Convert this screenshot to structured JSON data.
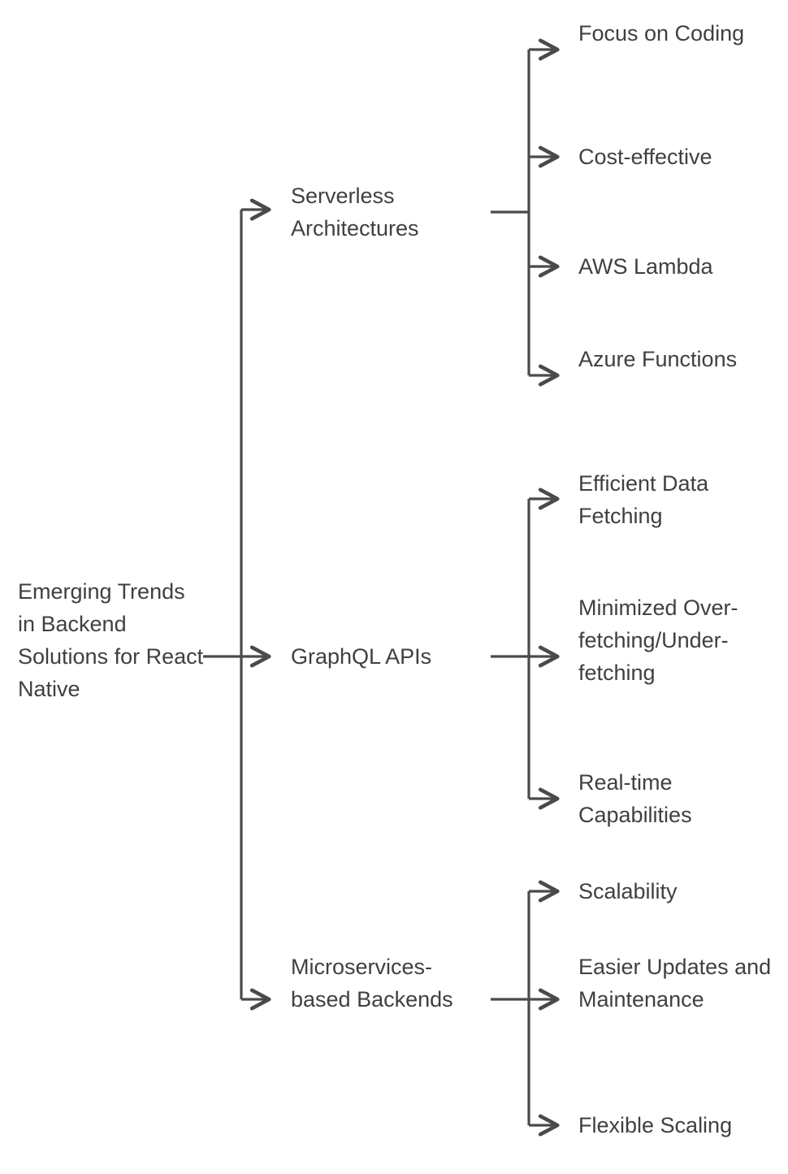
{
  "diagram": {
    "type": "flowchart-tree",
    "orientation": "left-to-right",
    "background_color": "#ffffff",
    "line_color": "#4a4a4a",
    "text_color": "#404040",
    "root": {
      "label": "Emerging Trends in Backend Solutions for React Native"
    },
    "branches": [
      {
        "label": "Serverless Architectures",
        "leaves": [
          {
            "label": "Focus on Coding"
          },
          {
            "label": "Cost-effective"
          },
          {
            "label": "AWS Lambda"
          },
          {
            "label": "Azure Functions"
          }
        ]
      },
      {
        "label": "GraphQL APIs",
        "leaves": [
          {
            "label": "Efficient Data Fetching"
          },
          {
            "label": "Minimized Over-fetching/Under-fetching"
          },
          {
            "label": "Real-time Capabilities"
          }
        ]
      },
      {
        "label": "Microservices-based Backends",
        "leaves": [
          {
            "label": "Scalability"
          },
          {
            "label": "Easier Updates and Maintenance"
          },
          {
            "label": "Flexible Scaling"
          }
        ]
      }
    ]
  }
}
